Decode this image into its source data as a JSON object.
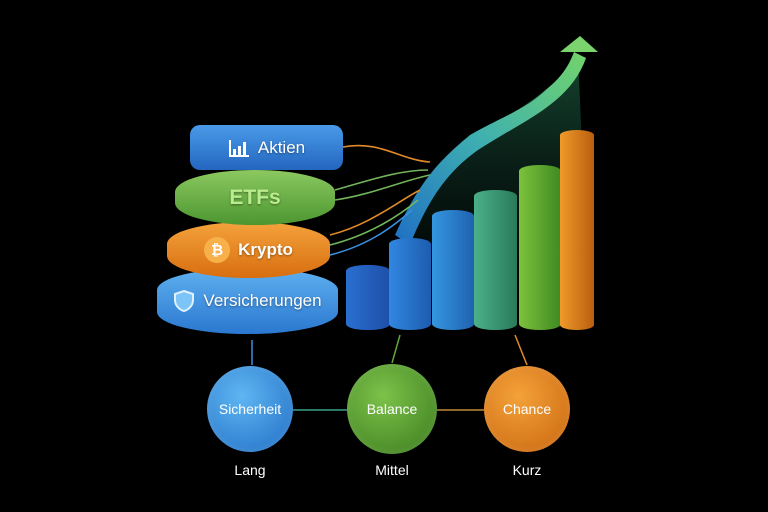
{
  "layers": [
    {
      "label": "Aktien",
      "icon": "bar-chart-icon",
      "color": "#2f7fd6"
    },
    {
      "label": "ETFs",
      "icon": "",
      "color": "#5fa83c"
    },
    {
      "label": "Krypto",
      "icon": "bitcoin-icon",
      "color": "#e8841c"
    },
    {
      "label": "Versicherungen",
      "icon": "shield-icon",
      "color": "#3a8fe0"
    }
  ],
  "profiles": [
    {
      "label": "Sicherheit",
      "horizon": "Lang",
      "color": "#2d8ee0"
    },
    {
      "label": "Balance",
      "horizon": "Mittel",
      "color": "#4f9a2a"
    },
    {
      "label": "Chance",
      "horizon": "Kurz",
      "color": "#e07f14"
    }
  ],
  "colors": {
    "background": "#000000",
    "arrow": "#6ccf7a"
  }
}
